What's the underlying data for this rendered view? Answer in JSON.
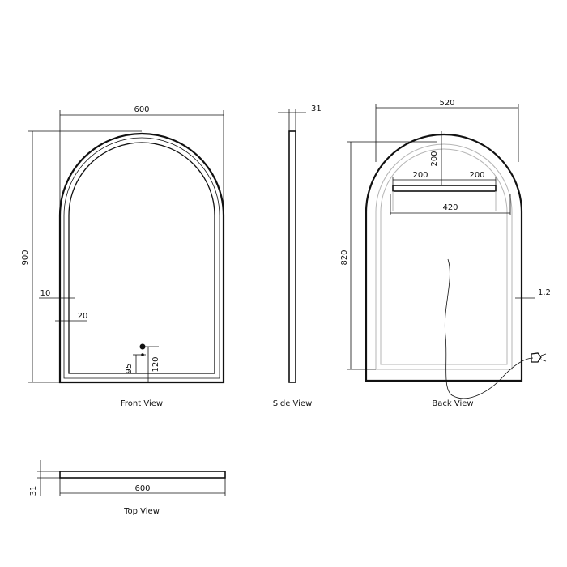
{
  "colors": {
    "line": "#111111",
    "faint": "#b5b5b5",
    "background": "#ffffff"
  },
  "front_view": {
    "caption": "Front View",
    "dim_width": "600",
    "dim_height": "900",
    "dim_side_gap": "10",
    "dim_led_inset": "20",
    "dim_switch_to_led": "95",
    "dim_switch_to_bottom": "120"
  },
  "side_view": {
    "caption": "Side View",
    "dim_depth": "31"
  },
  "back_view": {
    "caption": "Back View",
    "dim_width": "520",
    "dim_height": "820",
    "dim_top_drop": "200",
    "dim_left_span": "200",
    "dim_right_span": "200",
    "dim_bracket_width": "420",
    "dim_edge_offset": "1.2"
  },
  "top_view": {
    "caption": "Top View",
    "dim_width": "600",
    "dim_depth": "31"
  }
}
